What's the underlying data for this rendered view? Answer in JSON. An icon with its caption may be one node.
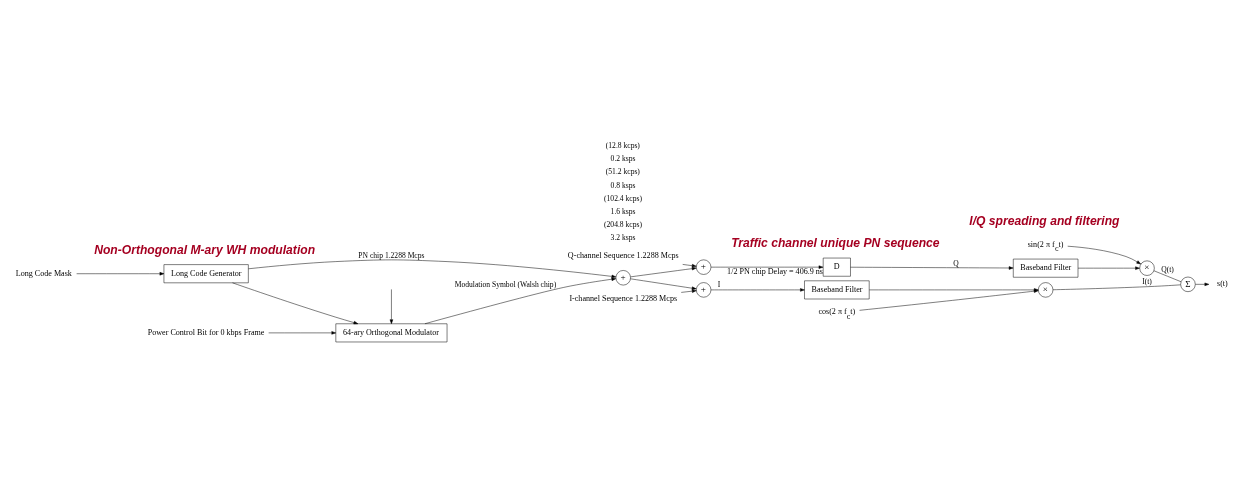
{
  "diagram": {
    "nodes": [
      {
        "text": [
          "64-ary Orthogonal Modulator"
        ]
      },
      {
        "text": [
          "Power Control Bit for 0 kbps Frame"
        ]
      },
      {
        "text": [
          "Long Code Generator"
        ]
      },
      {
        "text": [
          "Long Code Mask"
        ]
      },
      {
        "text": [
          "+"
        ]
      },
      {
        "text": [
          "+"
        ]
      },
      {
        "text": [
          "+"
        ]
      },
      {
        "text": [
          "I-channel Sequence 1.2288 Mcps"
        ]
      },
      {
        "text": [
          "Q-channel Sequence 1.2288 Mcps"
        ]
      },
      {
        "text": [
          "D"
        ],
        "beside": [
          "1/2 PN chip Delay = 406.9 ns"
        ]
      },
      {
        "text": [
          "Baseband Filter"
        ]
      },
      {
        "text": [
          "Baseband Filter"
        ]
      },
      {
        "text": [
          "×"
        ]
      },
      {
        "text": [
          "×"
        ]
      },
      {
        "text": [
          "cos(2 π f$_{c}$t)"
        ]
      },
      {
        "text": [
          "sin(2 π f$_{c}$t)"
        ]
      },
      {
        "text": [
          "Σ"
        ]
      },
      {
        "text": [
          "s(t)"
        ]
      }
    ],
    "edges": [
      {
        "from": null,
        "to": 0,
        "arrow": "to"
      },
      {
        "from": 1,
        "to": 0,
        "arrow": "to"
      },
      {
        "from": 2,
        "to": 0,
        "arrow": "to"
      },
      {
        "from": 3,
        "to": 2,
        "arrow": "to"
      },
      {
        "from": 0,
        "to": 4,
        "arrow": "to",
        "label": "Modulation Symbol (Walsh chip)"
      },
      {
        "from": 2,
        "to": 4,
        "arrow": "to",
        "label": "PN chip 1.2288 Mcps"
      },
      {
        "from": 4,
        "to": 5,
        "arrow": "to"
      },
      {
        "from": 4,
        "to": 6,
        "arrow": "to"
      },
      {
        "from": 7,
        "to": 5,
        "arrow": "to"
      },
      {
        "from": 8,
        "to": 6,
        "arrow": "to"
      },
      {
        "from": 5,
        "to": 10,
        "arrow": "to",
        "label": "I"
      },
      {
        "from": 6,
        "to": 9,
        "arrow": "to"
      },
      {
        "from": 9,
        "to": 11,
        "arrow": "to",
        "label": "Q"
      },
      {
        "from": 10,
        "to": 12,
        "arrow": "to"
      },
      {
        "from": 11,
        "to": 13,
        "arrow": "to"
      },
      {
        "from": 14,
        "to": 12,
        "arrow": "to"
      },
      {
        "from": 15,
        "to": 13,
        "arrow": "to"
      },
      {
        "from": 12,
        "to": 16,
        "arrow": "none",
        "label": "I(t)"
      },
      {
        "from": 13,
        "to": 16,
        "arrow": "none",
        "label": "Q(t)"
      },
      {
        "from": 16,
        "to": 17,
        "arrow": "to"
      }
    ],
    "labels": [
      "Non-Orthogonal M-ary WH modulation",
      "I/Q spreading and filtering",
      "3.2 ksps",
      "(204.8 kcps)",
      "1.6 ksps",
      "(102.4 kcps)",
      "0.8 ksps",
      "(51.2 kcps)",
      "0.2 ksps",
      "(12.8 kcps)",
      "Traffic channel unique PN sequence"
    ]
  }
}
